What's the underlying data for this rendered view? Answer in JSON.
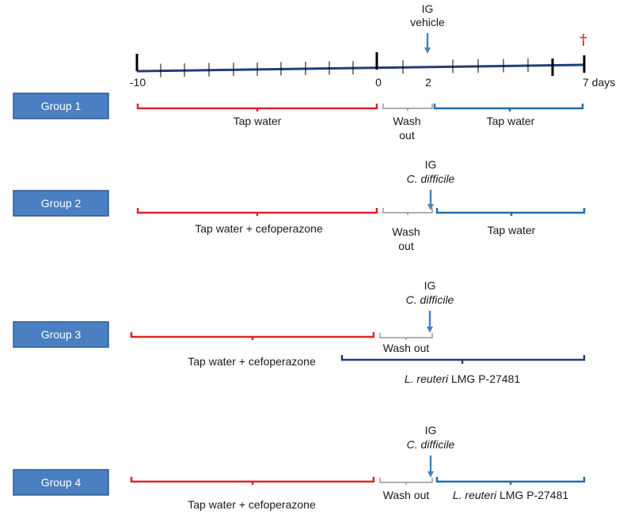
{
  "colors": {
    "red_bracket": "#d9262b",
    "blue_bracket": "#1f6fb0",
    "navy_bracket": "#1f3e7a",
    "gray_bracket": "#7f7f7f",
    "arrow": "#4a82c0",
    "group_box_fill": "#4a80c2",
    "group_box_stroke": "#2f5b96",
    "dagger": "#d9262b"
  },
  "timeline": {
    "tick_labels": {
      "minus10": "-10",
      "zero": "0",
      "two": "2",
      "seven": "7 days"
    },
    "top_annotation": {
      "line1": "IG",
      "line2": "vehicle"
    },
    "endpoint_symbol": "†"
  },
  "groups": [
    {
      "label": "Group 1",
      "annotation": null,
      "segments": {
        "pre": "Tap water",
        "washout_line1": "Wash",
        "washout_line2": "out",
        "post": "Tap water"
      }
    },
    {
      "label": "Group 2",
      "annotation": {
        "line1": "IG",
        "line2": "C. difficile"
      },
      "segments": {
        "pre": "Tap water + cefoperazone",
        "washout_line1": "Wash",
        "washout_line2": "out",
        "post": "Tap water"
      }
    },
    {
      "label": "Group 3",
      "annotation": {
        "line1": "IG",
        "line2": "C. difficile"
      },
      "segments": {
        "pre": "Tap water + cefoperazone",
        "washout": "Wash out",
        "post_italic": "L. reuteri",
        "post_rest": " LMG P-27481"
      }
    },
    {
      "label": "Group 4",
      "annotation": {
        "line1": "IG",
        "line2": "C. difficile"
      },
      "segments": {
        "pre": "Tap water + cefoperazone",
        "washout": "Wash out",
        "post_italic": "L. reuteri",
        "post_rest": " LMG P-27481"
      }
    }
  ]
}
